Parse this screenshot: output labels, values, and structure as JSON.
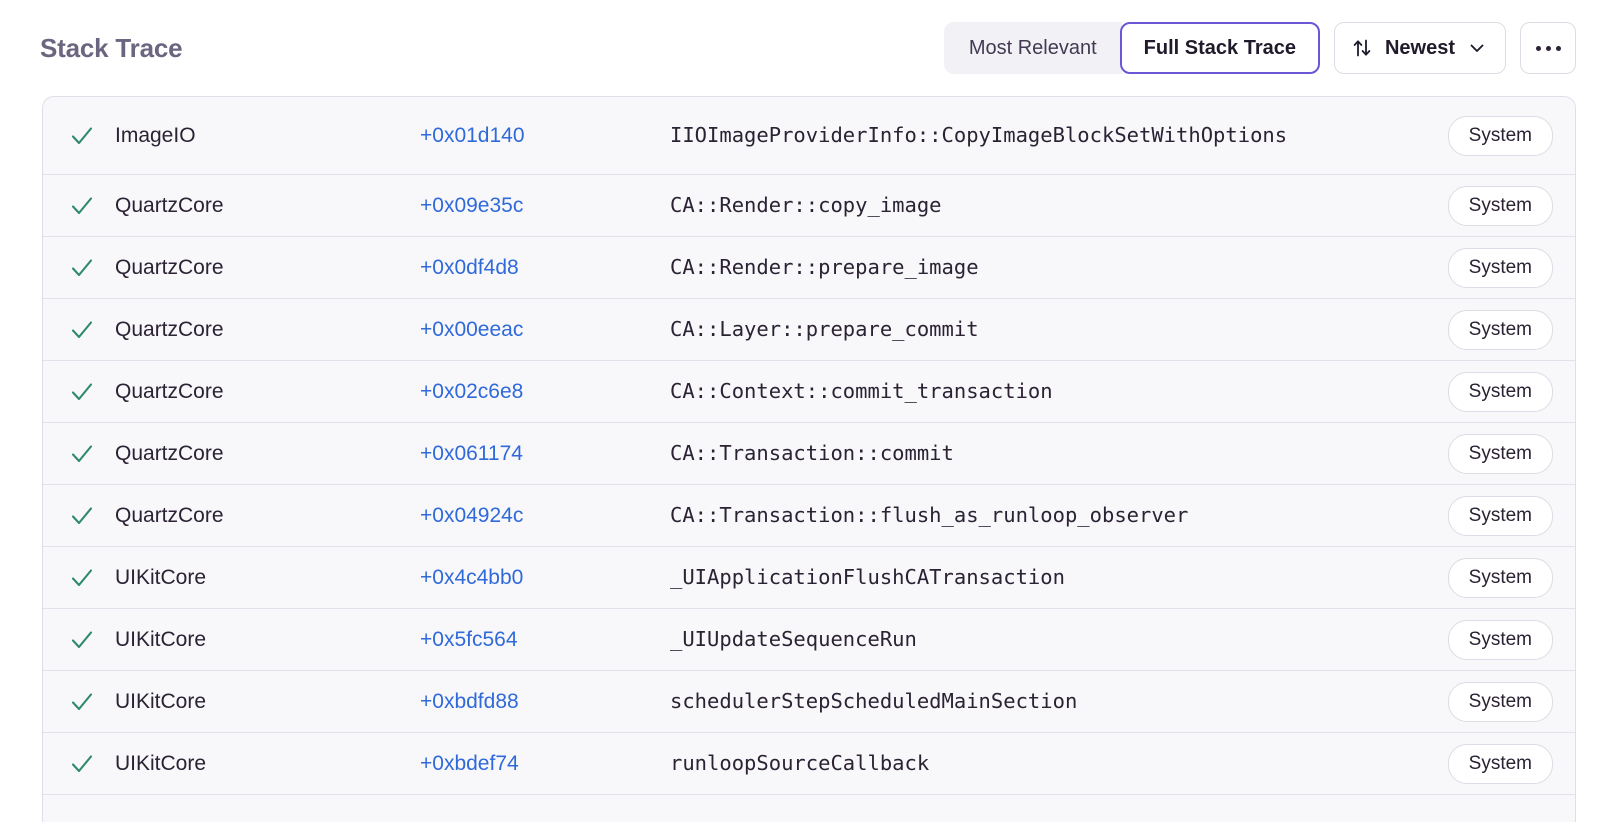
{
  "header": {
    "title": "Stack Trace",
    "segmented": {
      "options": [
        {
          "label": "Most Relevant",
          "active": false
        },
        {
          "label": "Full Stack Trace",
          "active": true
        }
      ]
    },
    "sort": {
      "icon": "sort-arrows-icon",
      "label": "Newest",
      "chevron": "chevron-down-icon"
    },
    "more": {
      "label": "…",
      "icon": "ellipsis-icon"
    }
  },
  "colors": {
    "accent": "#6b56d6",
    "link": "#3069d8",
    "check": "#2f8a67",
    "title": "#6b6580",
    "row_bg": "#f8f8fb",
    "border": "#dedee6"
  },
  "table": {
    "status_icon": "check-icon",
    "rows": [
      {
        "status": "✓",
        "module": "ImageIO",
        "offset": "+0x01d140",
        "function": "IIOImageProviderInfo::CopyImageBlockSetWithOptions",
        "badge": "System"
      },
      {
        "status": "✓",
        "module": "QuartzCore",
        "offset": "+0x09e35c",
        "function": "CA::Render::copy_image",
        "badge": "System"
      },
      {
        "status": "✓",
        "module": "QuartzCore",
        "offset": "+0x0df4d8",
        "function": "CA::Render::prepare_image",
        "badge": "System"
      },
      {
        "status": "✓",
        "module": "QuartzCore",
        "offset": "+0x00eeac",
        "function": "CA::Layer::prepare_commit",
        "badge": "System"
      },
      {
        "status": "✓",
        "module": "QuartzCore",
        "offset": "+0x02c6e8",
        "function": "CA::Context::commit_transaction",
        "badge": "System"
      },
      {
        "status": "✓",
        "module": "QuartzCore",
        "offset": "+0x061174",
        "function": "CA::Transaction::commit",
        "badge": "System"
      },
      {
        "status": "✓",
        "module": "QuartzCore",
        "offset": "+0x04924c",
        "function": "CA::Transaction::flush_as_runloop_observer",
        "badge": "System"
      },
      {
        "status": "✓",
        "module": "UIKitCore",
        "offset": "+0x4c4bb0",
        "function": "_UIApplicationFlushCATransaction",
        "badge": "System"
      },
      {
        "status": "✓",
        "module": "UIKitCore",
        "offset": "+0x5fc564",
        "function": "_UIUpdateSequenceRun",
        "badge": "System"
      },
      {
        "status": "✓",
        "module": "UIKitCore",
        "offset": "+0xbdfd88",
        "function": "schedulerStepScheduledMainSection",
        "badge": "System"
      },
      {
        "status": "✓",
        "module": "UIKitCore",
        "offset": "+0xbdef74",
        "function": "runloopSourceCallback",
        "badge": "System"
      }
    ]
  }
}
